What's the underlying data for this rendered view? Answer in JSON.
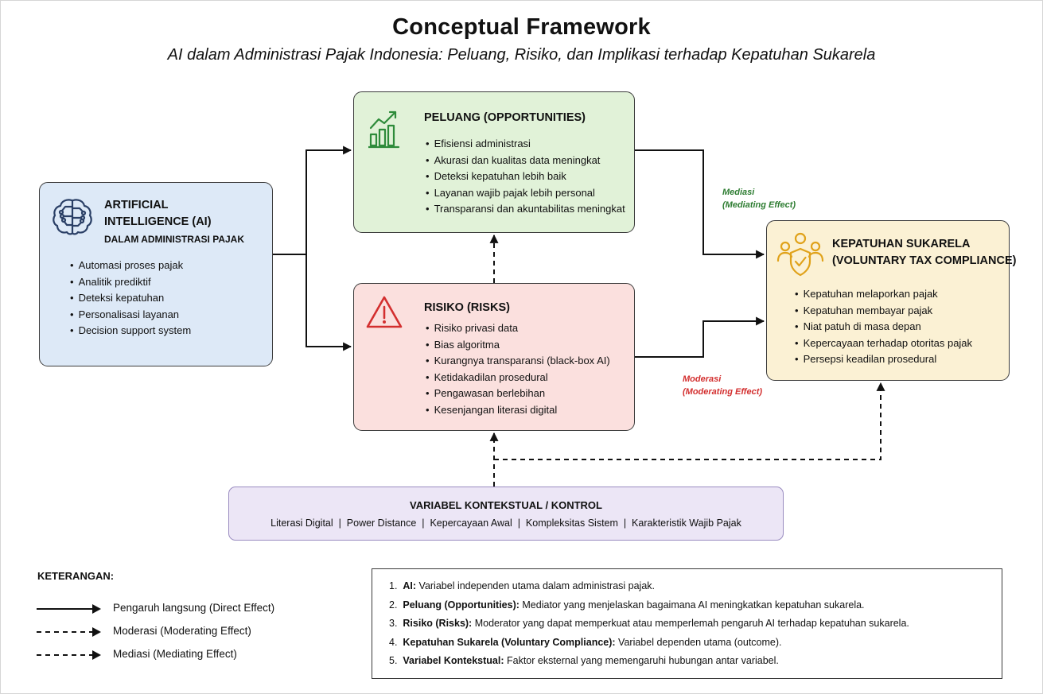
{
  "header": {
    "title": "Conceptual Framework",
    "subtitle": "AI dalam Administrasi Pajak Indonesia: Peluang, Risiko, dan Implikasi terhadap Kepatuhan Sukarela"
  },
  "ai": {
    "title_line1": "ARTIFICIAL",
    "title_line2": "INTELLIGENCE (AI)",
    "title_line3": "DALAM ADMINISTRASI PAJAK",
    "icon": "brain-circuit-icon",
    "items": [
      "Automasi proses pajak",
      "Analitik prediktif",
      "Deteksi kepatuhan",
      "Personalisasi layanan",
      "Decision support system"
    ]
  },
  "opportunities": {
    "title": "PELUANG (OPPORTUNITIES)",
    "icon": "growth-chart-icon",
    "items": [
      "Efisiensi administrasi",
      "Akurasi dan kualitas data meningkat",
      "Deteksi kepatuhan lebih baik",
      "Layanan wajib pajak lebih personal",
      "Transparansi dan akuntabilitas meningkat"
    ]
  },
  "risks": {
    "title": "RISIKO (RISKS)",
    "icon": "warning-triangle-icon",
    "items": [
      "Risiko privasi data",
      "Bias algoritma",
      "Kurangnya transparansi (black-box AI)",
      "Ketidakadilan prosedural",
      "Pengawasan berlebihan",
      "Kesenjangan literasi digital"
    ]
  },
  "compliance": {
    "title_line1": "KEPATUHAN SUKARELA",
    "title_line2": "(VOLUNTARY TAX COMPLIANCE)",
    "icon": "people-shield-icon",
    "items": [
      "Kepatuhan melaporkan pajak",
      "Kepatuhan membayar pajak",
      "Niat patuh di masa depan",
      "Kepercayaan terhadap otoritas pajak",
      "Persepsi keadilan prosedural"
    ]
  },
  "context": {
    "title": "VARIABEL KONTEKSTUAL / KONTROL",
    "items": "Literasi Digital  |  Power Distance  |  Kepercayaan Awal  |  Kompleksitas Sistem  |  Karakteristik Wajib Pajak"
  },
  "edge_labels": {
    "mediation_line1": "Mediasi",
    "mediation_line2": "(Mediating Effect)",
    "moderation_line1": "Moderasi",
    "moderation_line2": "(Moderating Effect)"
  },
  "legend": {
    "heading": "KETERANGAN:",
    "direct": "Pengaruh langsung (Direct Effect)",
    "moderation": "Moderasi (Moderating Effect)",
    "mediation": "Mediasi (Mediating Effect)"
  },
  "notes": [
    {
      "num": "1.",
      "term": "AI:",
      "text": " Variabel independen utama dalam administrasi pajak."
    },
    {
      "num": "2.",
      "term": "Peluang (Opportunities):",
      "text": " Mediator yang menjelaskan bagaimana AI meningkatkan kepatuhan sukarela."
    },
    {
      "num": "3.",
      "term": "Risiko (Risks):",
      "text": " Moderator yang dapat memperkuat atau memperlemah pengaruh AI terhadap kepatuhan sukarela."
    },
    {
      "num": "4.",
      "term": "Kepatuhan Sukarela (Voluntary Compliance):",
      "text": " Variabel dependen utama (outcome)."
    },
    {
      "num": "5.",
      "term": "Variabel Kontekstual:",
      "text": " Faktor eksternal yang memengaruhi hubungan antar variabel."
    }
  ],
  "colors": {
    "ai_fill": "#dde9f7",
    "opportunity_fill": "#e1f2d8",
    "risk_fill": "#fbe0de",
    "compliance_fill": "#fbf1d4",
    "context_fill": "#ece6f6",
    "mediation_label": "#2e7d32",
    "moderation_label": "#d32f2f",
    "icon_ai": "#2a3f66",
    "icon_opportunity": "#2e8b3a",
    "icon_risk": "#d32f2f",
    "icon_compliance": "#e0a21a"
  }
}
